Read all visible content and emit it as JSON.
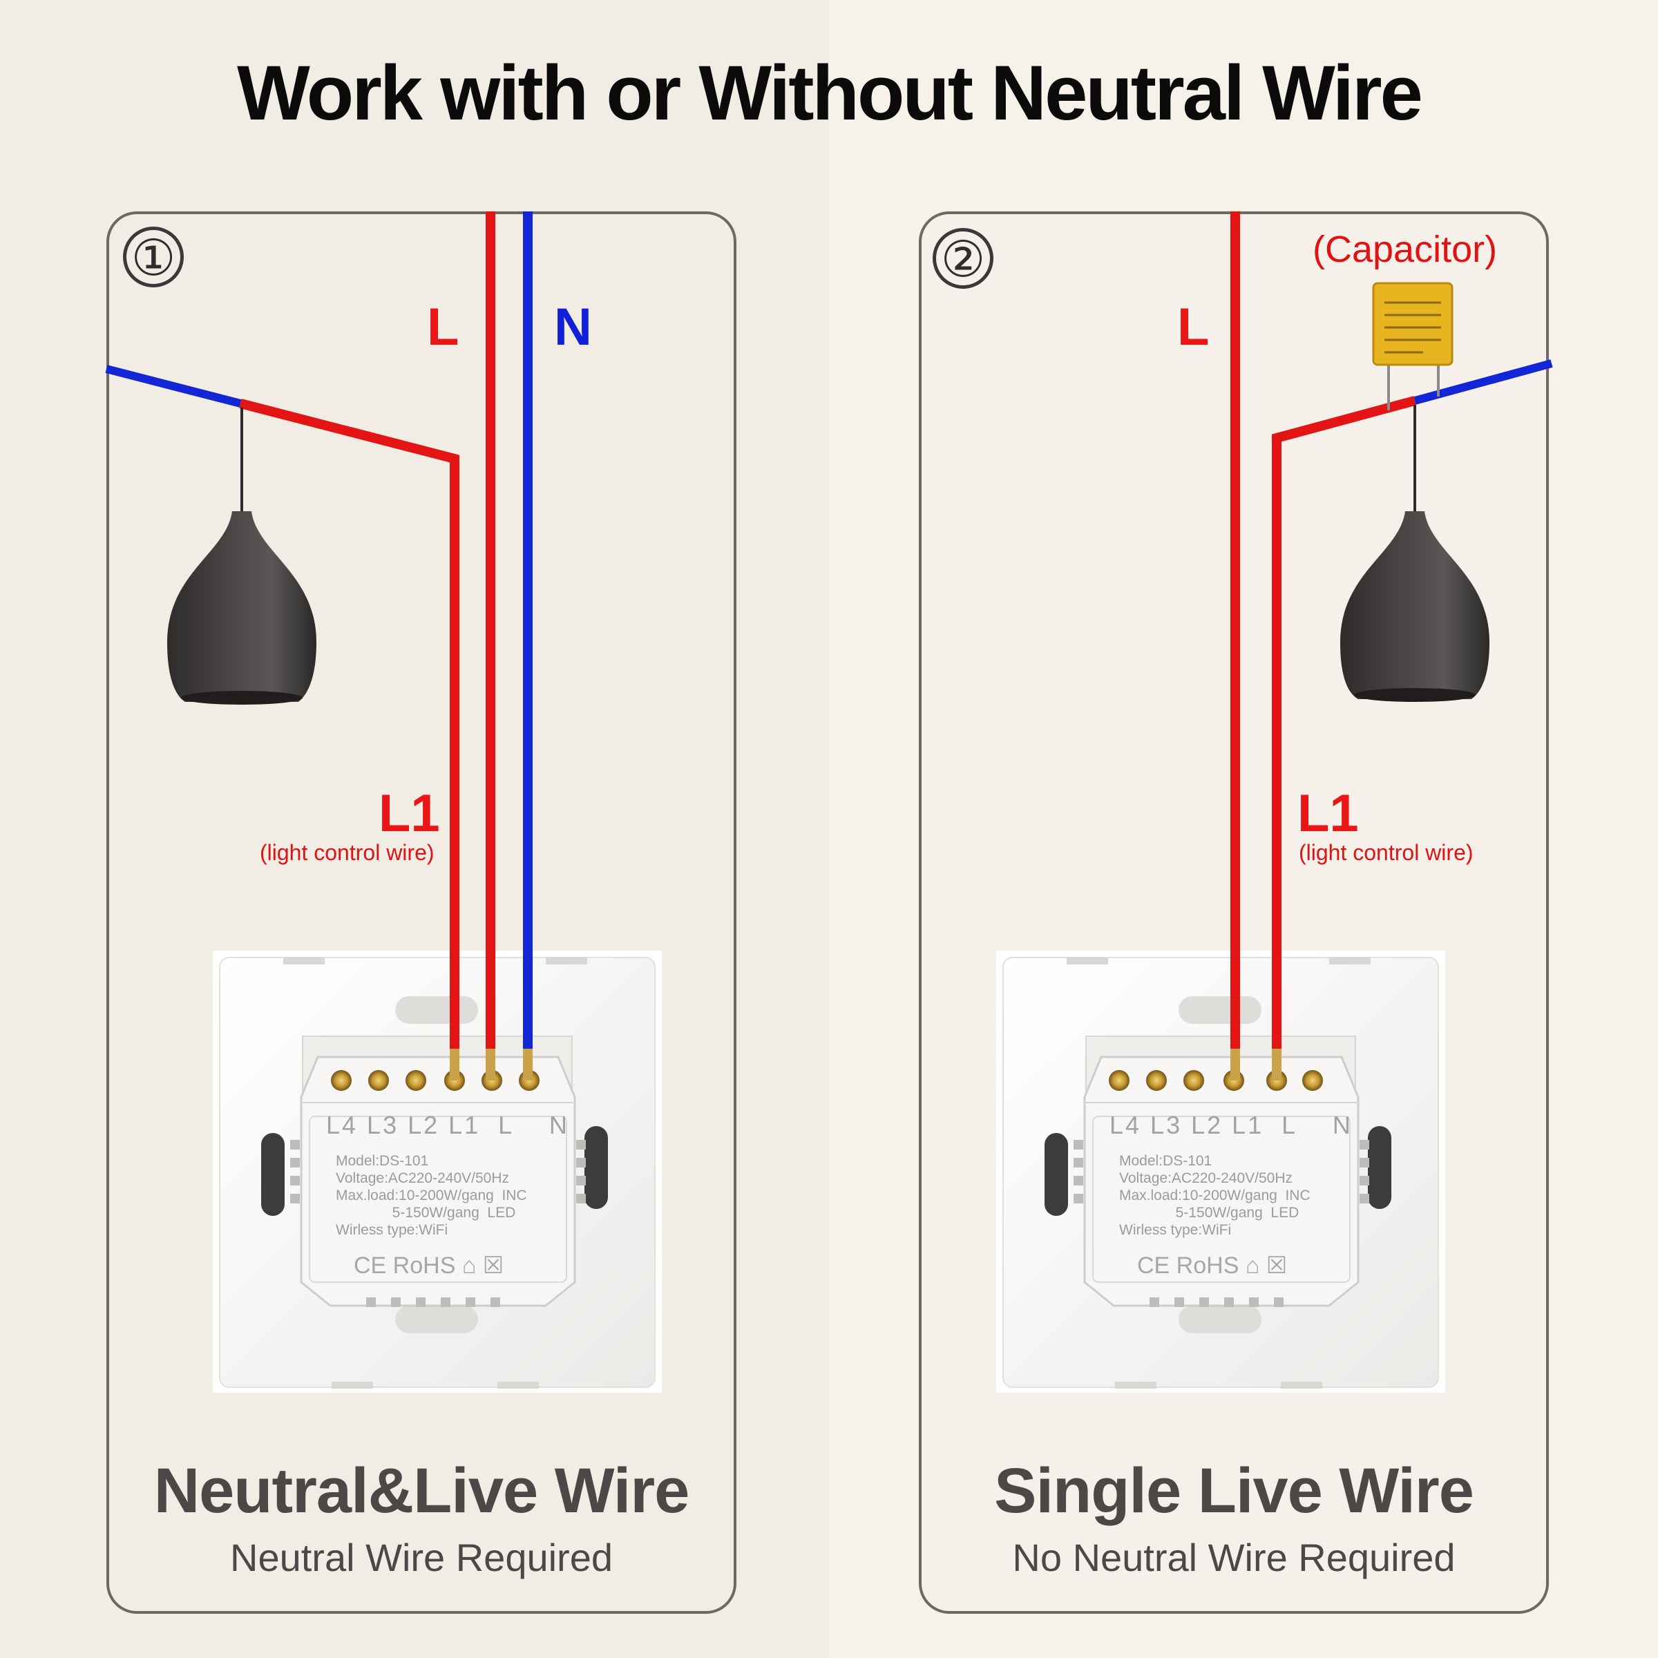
{
  "title": "Work with or Without Neutral Wire",
  "colors": {
    "live": "#e21414",
    "neutral": "#1226d6",
    "lamp": "#3d3b3a",
    "capacitor": "#e8b420"
  },
  "panels": [
    {
      "badge": "①",
      "wire_labels": {
        "live": "L",
        "neutral": "N",
        "control": "L1"
      },
      "control_note": "(light control wire)",
      "heading": "Neutral&Live Wire",
      "subheading": "Neutral Wire Required"
    },
    {
      "badge": "②",
      "wire_labels": {
        "live": "L",
        "control": "L1"
      },
      "control_note": "(light control wire)",
      "capacitor_label": "(Capacitor)",
      "heading": "Single Live Wire",
      "subheading": "No Neutral Wire Required"
    }
  ],
  "switch_module": {
    "terminals": "L4 L3 L2 L1  L    N",
    "specs": "Model:DS-101\nVoltage:AC220-240V/50Hz\nMax.load:10-200W/gang  INC\n              5-150W/gang  LED\nWirless type:WiFi",
    "certifications": "CE RoHS ⌂ ☒"
  }
}
